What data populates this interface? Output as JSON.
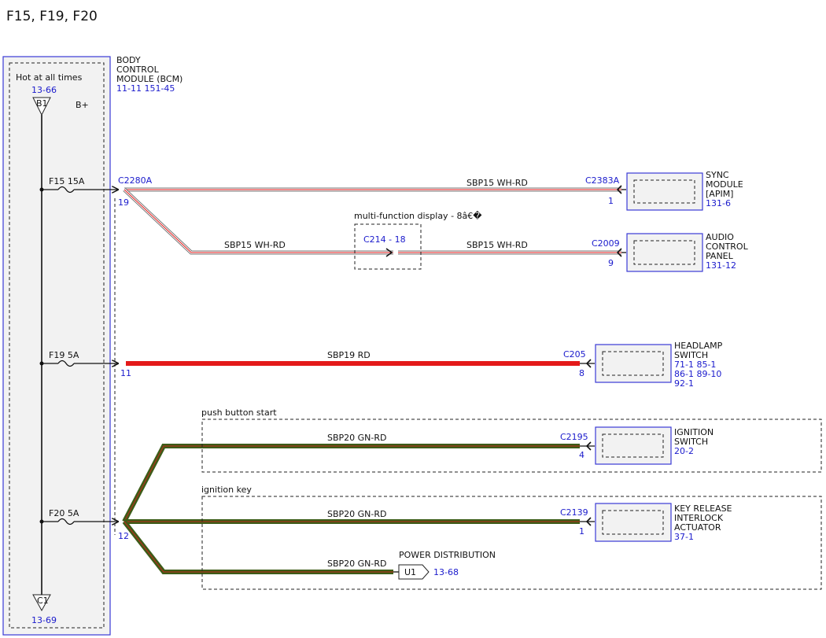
{
  "page": {
    "title": "F15, F19, F20"
  },
  "colors": {
    "module_border": "#3a3ad6",
    "fill_gray": "#f2f2f2",
    "ref_blue": "#1a1acc",
    "wire_red": "#e41a1a",
    "wire_green": "#3d5c18"
  },
  "bcm": {
    "hot_label": "Hot at all times",
    "top_ref": "13-66",
    "top_terminal": "B1",
    "bplus": "B+",
    "bottom_terminal": "C1",
    "bottom_ref": "13-69",
    "name": [
      "BODY",
      "CONTROL",
      "MODULE (BCM)"
    ],
    "refs": "11-11  151-45"
  },
  "fuses": [
    {
      "label": "F15  15A"
    },
    {
      "label": "F19  5A"
    },
    {
      "label": "F20  5A"
    }
  ],
  "bcm_connectors": {
    "c2280a": "C2280A",
    "pin19": "19",
    "pin11": "11",
    "pin12": "12"
  },
  "mfd": {
    "label": "multi-function display - 8â€�",
    "connector": "C214 - 18"
  },
  "wires": {
    "sync": "SBP15  WH-RD",
    "audio_left": "SBP15  WH-RD",
    "audio_right": "SBP15  WH-RD",
    "headlamp": "SBP19  RD",
    "ignition_switch": "SBP20  GN-RD",
    "key_release": "SBP20  GN-RD",
    "power_dist": "SBP20  GN-RD"
  },
  "groups": {
    "push_button": "push button start",
    "ignition_key": "ignition key"
  },
  "components": [
    {
      "id": "sync",
      "connector": "C2383A",
      "pin": "1",
      "name": [
        "SYNC",
        "MODULE",
        "[APIM]"
      ],
      "refs": [
        "131-6"
      ]
    },
    {
      "id": "audio",
      "connector": "C2009",
      "pin": "9",
      "name": [
        "AUDIO",
        "CONTROL",
        "PANEL"
      ],
      "refs": [
        "131-12"
      ]
    },
    {
      "id": "headlamp",
      "connector": "C205",
      "pin": "8",
      "name": [
        "HEADLAMP",
        "SWITCH"
      ],
      "refs": [
        "71-1  85-1",
        "86-1  89-10",
        "92-1"
      ]
    },
    {
      "id": "ignition",
      "connector": "C2195",
      "pin": "4",
      "name": [
        "IGNITION",
        "SWITCH"
      ],
      "refs": [
        "20-2"
      ]
    },
    {
      "id": "keyrelease",
      "connector": "C2139",
      "pin": "1",
      "name": [
        "KEY RELEASE",
        "INTERLOCK",
        "ACTUATOR"
      ],
      "refs": [
        "37-1"
      ]
    }
  ],
  "power_distribution": {
    "label": "POWER DISTRIBUTION",
    "connector": "U1",
    "ref": "13-68"
  }
}
